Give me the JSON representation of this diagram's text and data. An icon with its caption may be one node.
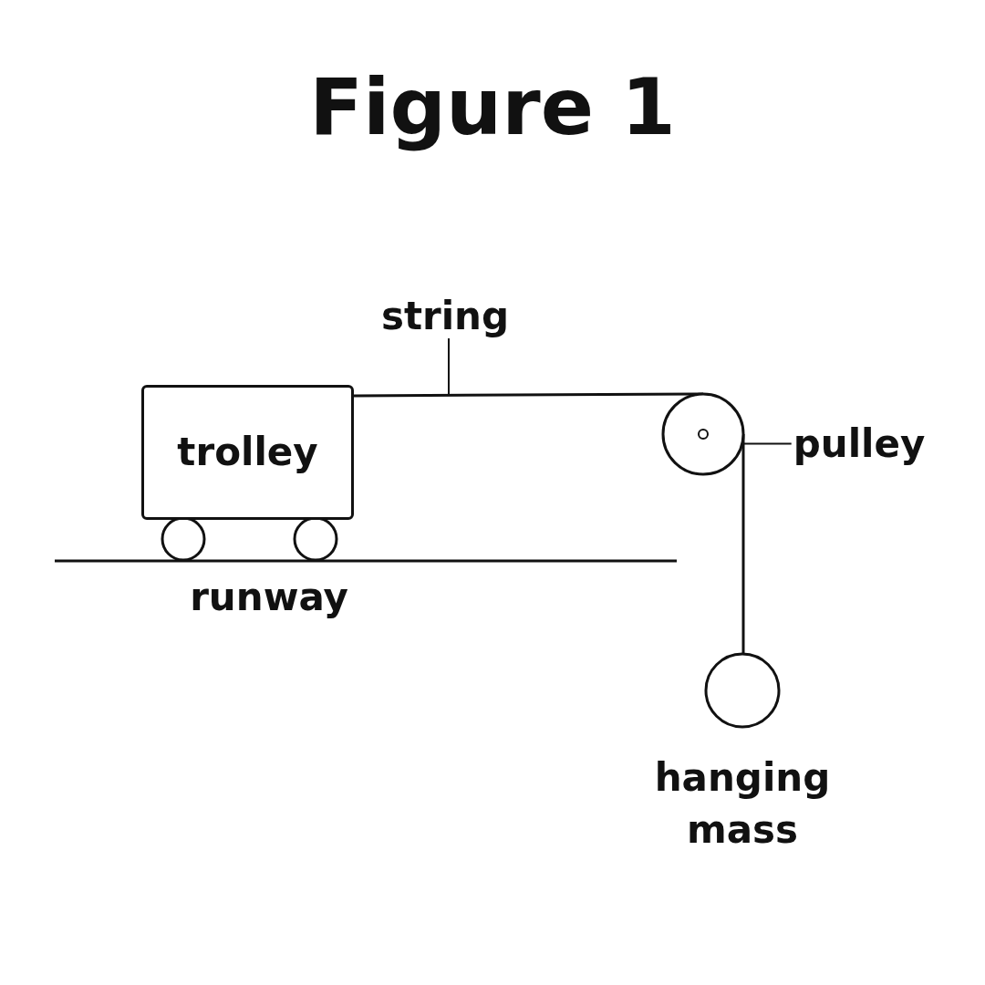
{
  "diagram": {
    "title": "Figure 1",
    "nodes": [
      {
        "text": [
          "trolley"
        ]
      },
      {
        "text": [],
        "shape": "circle"
      },
      {
        "text": [],
        "shape": "circle",
        "beside": [
          "hanging mass"
        ]
      },
      {
        "text": [
          "string"
        ]
      },
      {
        "text": [
          "pulley"
        ]
      }
    ],
    "edges": [
      {
        "from": 0,
        "to": 1,
        "arrow": "none"
      },
      {
        "from": 1,
        "to": 2,
        "arrow": "none"
      },
      {
        "from": 3,
        "to": null,
        "arrow": "none"
      },
      {
        "from": 4,
        "to": 1,
        "arrow": "none"
      }
    ],
    "labels": [
      "runway"
    ]
  }
}
